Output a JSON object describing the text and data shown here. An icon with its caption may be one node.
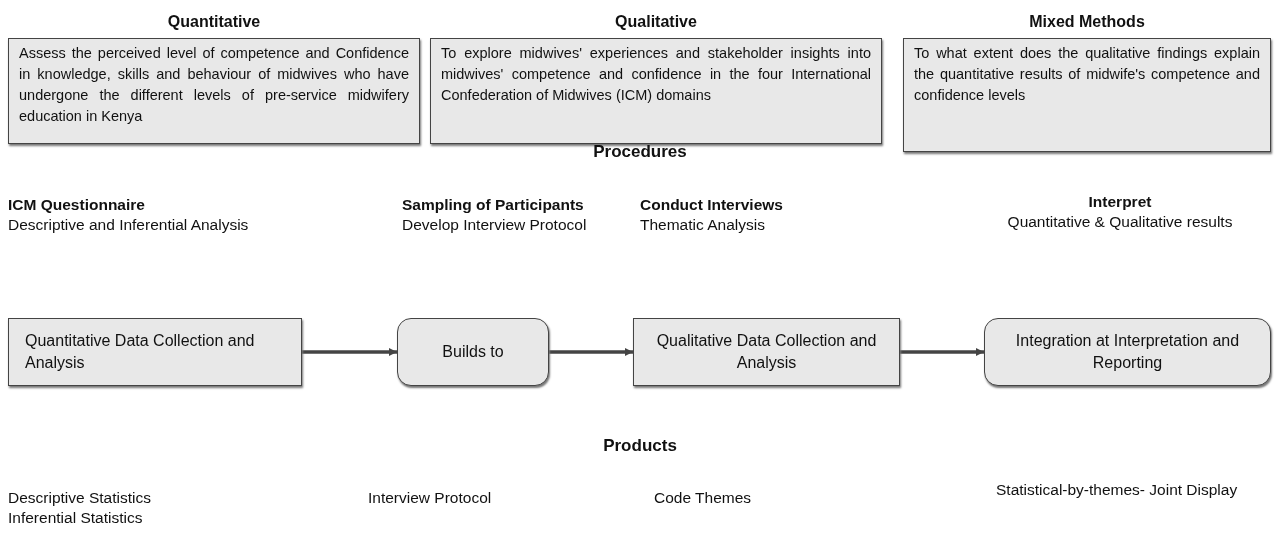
{
  "diagram": {
    "nodes": [
      {
        "text": [
          "Quantitative",
          "Assess the perceived level of competence and Confidence in knowledge, skills and behaviour of midwives who have undergone the different levels of pre-service midwifery education in Kenya"
        ]
      },
      {
        "text": [
          "Qualitative",
          "To explore midwives' experiences and stakeholder insights into midwives' competence and confidence in the four International Confederation of Midwives (ICM) domains"
        ]
      },
      {
        "text": [
          "Mixed Methods",
          "To what extent does the qualitative findings explain the quantitative results of midwife's competence and confidence levels"
        ]
      },
      {
        "text": [
          "Quantitative Data Collection and Analysis"
        ]
      },
      {
        "text": [
          "Builds to"
        ]
      },
      {
        "text": [
          "Qualitative Data Collection and Analysis"
        ]
      },
      {
        "text": [
          "Integration at Interpretation and Reporting"
        ]
      }
    ],
    "edges": [
      {
        "from": 3,
        "to": 4,
        "arrow": "to"
      },
      {
        "from": 4,
        "to": 5,
        "arrow": "to"
      },
      {
        "from": 5,
        "to": 6,
        "arrow": "to"
      }
    ],
    "labels": [
      "Procedures",
      "ICM Questionnaire",
      "Descriptive and Inferential Analysis",
      "Sampling of Participants",
      "Develop Interview Protocol",
      "Conduct Interviews",
      "Thematic Analysis",
      "Interpret",
      "Quantitative  & Qualitative results",
      "Products",
      "Descriptive Statistics",
      "Inferential Statistics",
      "Interview Protocol",
      "Code Themes",
      "Statistical-by-themes- Joint Display"
    ]
  }
}
